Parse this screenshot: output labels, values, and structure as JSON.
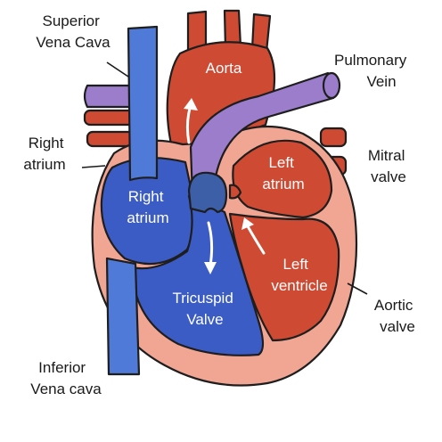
{
  "labels": {
    "superior_vena_cava": [
      "Superior",
      "Vena Cava"
    ],
    "pulmonary_vein": [
      "Pulmonary",
      "Vein"
    ],
    "aorta": [
      "Aorta"
    ],
    "right_atrium_outer": [
      "Right",
      "atrium"
    ],
    "mitral_valve": [
      "Mitral",
      "valve"
    ],
    "left_atrium": [
      "Left",
      "atrium"
    ],
    "right_atrium_inner": [
      "Right",
      "atrium"
    ],
    "left_ventricle": [
      "Left",
      "ventricle"
    ],
    "tricuspid_valve": [
      "Tricuspid",
      "Valve"
    ],
    "aortic_valve": [
      "Aortic",
      "valve"
    ],
    "inferior_vena_cava": [
      "Inferior",
      "Vena cava"
    ]
  },
  "colors": {
    "deoxygenated": "#3b5cc4",
    "vena_cava": "#4f7ad8",
    "oxygenated": "#cf4a33",
    "pulmonary": "#9b7dcc",
    "heart_wall": "#f1a593",
    "valve": "#3c5fa8"
  }
}
